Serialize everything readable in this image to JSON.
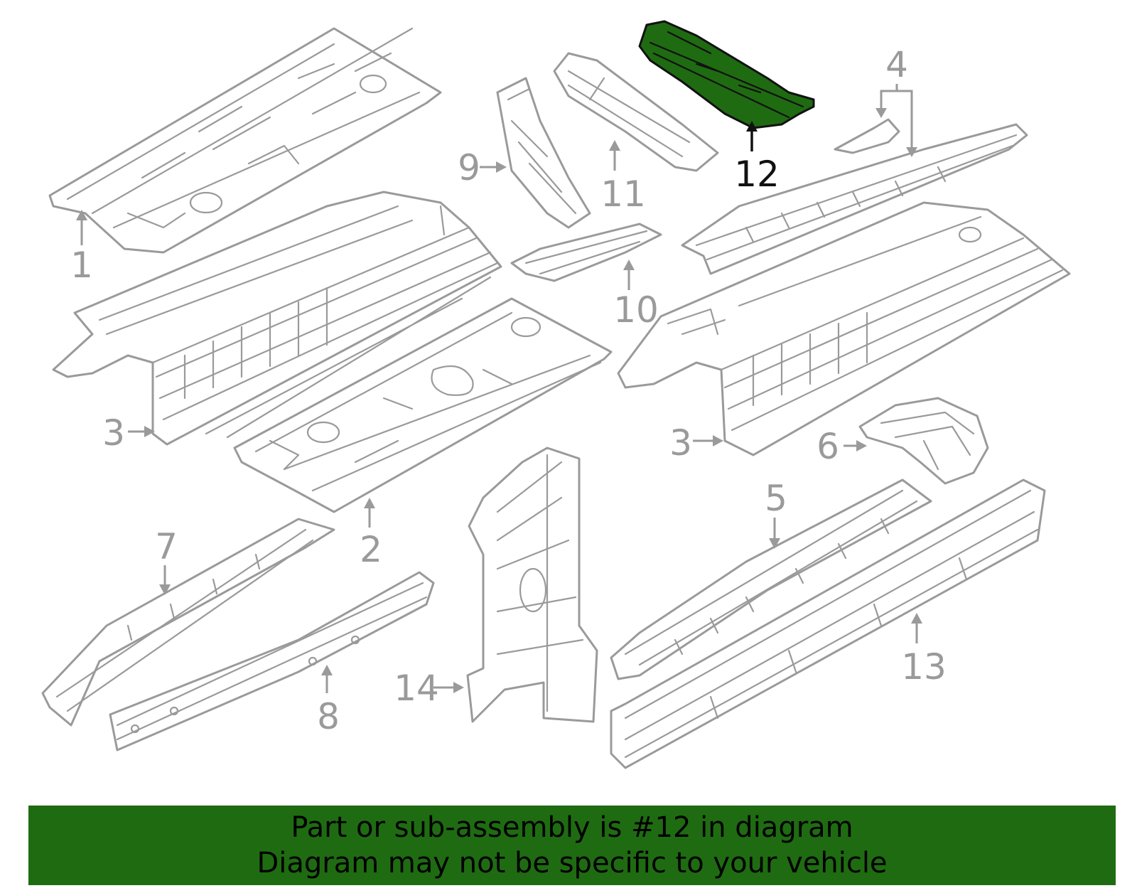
{
  "diagram": {
    "highlight_color": "#1f6b12",
    "highlighted_part": "12",
    "callouts": [
      "1",
      "2",
      "3",
      "3",
      "4",
      "5",
      "6",
      "7",
      "8",
      "9",
      "10",
      "11",
      "12",
      "13",
      "14"
    ]
  },
  "banner": {
    "background": "#1f6b12",
    "line1": "Part or sub-assembly is #12 in diagram",
    "line2": "Diagram may not be specific to your vehicle"
  }
}
